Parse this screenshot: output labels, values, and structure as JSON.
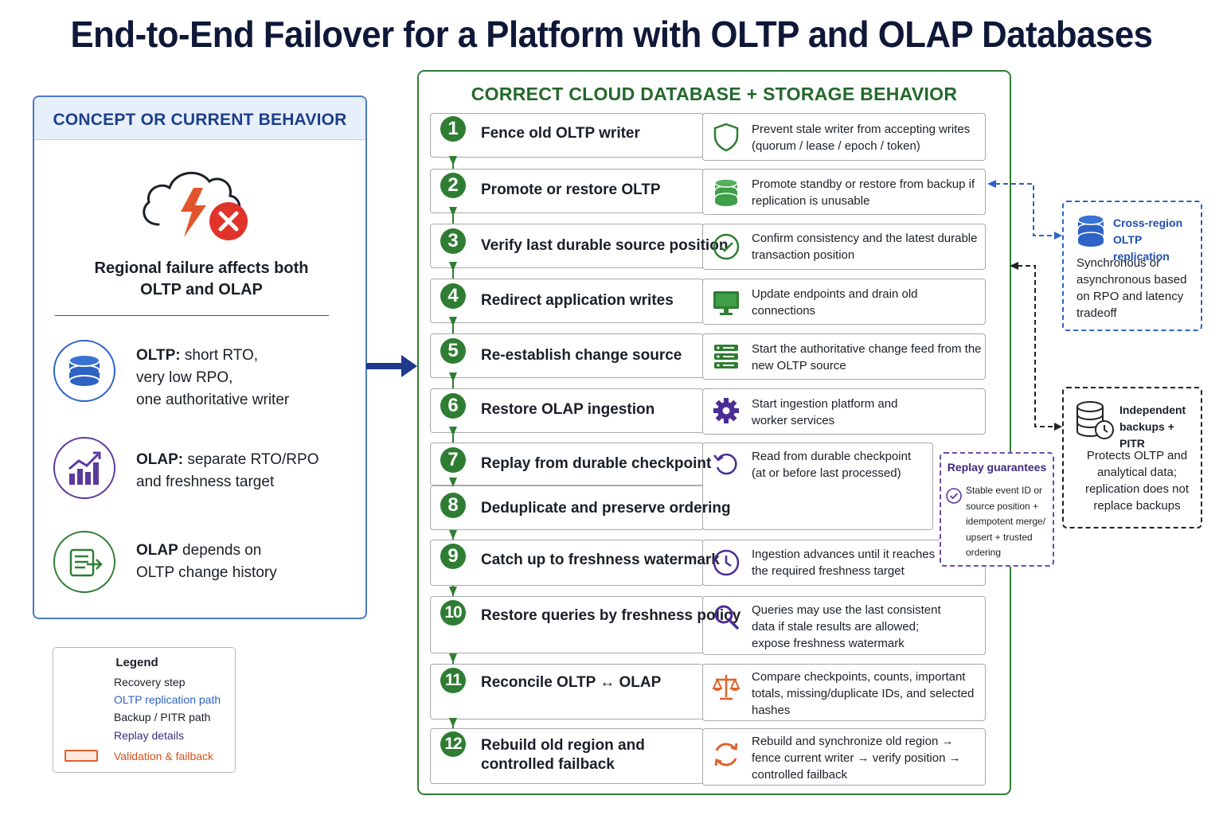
{
  "title": "End-to-End Failover for a Platform with OLTP and OLAP Databases",
  "left_panel": {
    "header": "CONCEPT OR CURRENT BEHAVIOR",
    "failure_line1": "Regional failure affects both",
    "failure_line2": "OLTP and OLAP",
    "items": [
      {
        "bold": "OLTP:",
        "rest": " short RTO,",
        "line2": "very low RPO,",
        "line3": "one authoritative writer",
        "icon": "database-icon"
      },
      {
        "bold": "OLAP:",
        "rest": " separate RTO/RPO",
        "line2": "and freshness target",
        "line3": "",
        "icon": "bar-chart-icon"
      },
      {
        "bold": "OLAP",
        "rest": " depends on",
        "line2": "OLTP change history",
        "line3": "",
        "icon": "change-log-icon"
      }
    ]
  },
  "legend": {
    "title": "Legend",
    "items": [
      {
        "label": "Recovery step",
        "style": "solid-green",
        "color": "#2e7d32"
      },
      {
        "label": "OLTP replication path",
        "style": "dashed-blue",
        "color": "#2e62c4"
      },
      {
        "label": "Backup / PITR path",
        "style": "dashed-black",
        "color": "#222222"
      },
      {
        "label": "Replay details",
        "style": "dashed-purple",
        "color": "#5b3a9e"
      },
      {
        "label": "Validation & failback",
        "style": "box-orange",
        "color": "#e0622a"
      }
    ]
  },
  "right_panel": {
    "header": "CORRECT CLOUD DATABASE + STORAGE BEHAVIOR",
    "steps": [
      {
        "num": "1",
        "label": "Fence old OLTP writer",
        "desc": "Prevent stale writer from accepting writes (quorum / lease / epoch / token)",
        "icon": "shield-icon"
      },
      {
        "num": "2",
        "label": "Promote or restore OLTP",
        "desc": "Promote standby or restore from backup if replication is unusable",
        "icon": "database-stack-icon"
      },
      {
        "num": "3",
        "label": "Verify last durable source position",
        "desc": "Confirm consistency and the latest durable transaction position",
        "icon": "check-circle-icon"
      },
      {
        "num": "4",
        "label": "Redirect application writes",
        "desc": "Update endpoints and drain old connections",
        "icon": "monitor-icon"
      },
      {
        "num": "5",
        "label": "Re-establish change source",
        "desc": "Start the authoritative change feed from the new OLTP source",
        "icon": "server-icon"
      },
      {
        "num": "6",
        "label": "Restore OLAP ingestion",
        "desc": "Start ingestion platform and worker services",
        "icon": "gear-icon"
      },
      {
        "num": "7",
        "label": "Replay from durable checkpoint",
        "desc": "Read from durable checkpoint (at or before last processed)",
        "icon": "replay-icon"
      },
      {
        "num": "8",
        "label": "Deduplicate and preserve ordering",
        "desc": "",
        "icon": ""
      },
      {
        "num": "9",
        "label": "Catch up to freshness watermark",
        "desc": "Ingestion advances until it reaches the required freshness target",
        "icon": "clock-icon"
      },
      {
        "num": "10",
        "label": "Restore queries by freshness policy",
        "desc": "Queries may use the last consistent data if stale results are allowed; expose freshness watermark",
        "icon": "search-icon"
      },
      {
        "num": "11",
        "label": "Reconcile OLTP ↔ OLAP",
        "desc": "Compare checkpoints, counts, important totals, missing/duplicate IDs, and selected hashes",
        "icon": "scales-icon"
      },
      {
        "num": "12",
        "label": "Rebuild old region and",
        "label2": "controlled failback",
        "desc": "Rebuild and synchronize old region → fence current writer → verify position → controlled failback",
        "icon": "sync-icon"
      }
    ]
  },
  "cross_region": {
    "title1": "Cross-region",
    "title2": "OLTP replication",
    "text": "Synchronous or asynchronous based on RPO and latency tradeoff"
  },
  "backups": {
    "title1": "Independent",
    "title2": "backups + PITR",
    "text": "Protects OLTP and analytical data; replication does not replace backups"
  },
  "replay": {
    "title": "Replay guarantees",
    "text": "Stable event ID or source position + idempotent merge/ upsert + trusted ordering"
  },
  "colors": {
    "green": "#2e7d32",
    "blue": "#2e62c4",
    "navy": "#1e3f8a",
    "purple": "#5b3a9e",
    "orange": "#e0622a",
    "red": "#e0342a"
  }
}
